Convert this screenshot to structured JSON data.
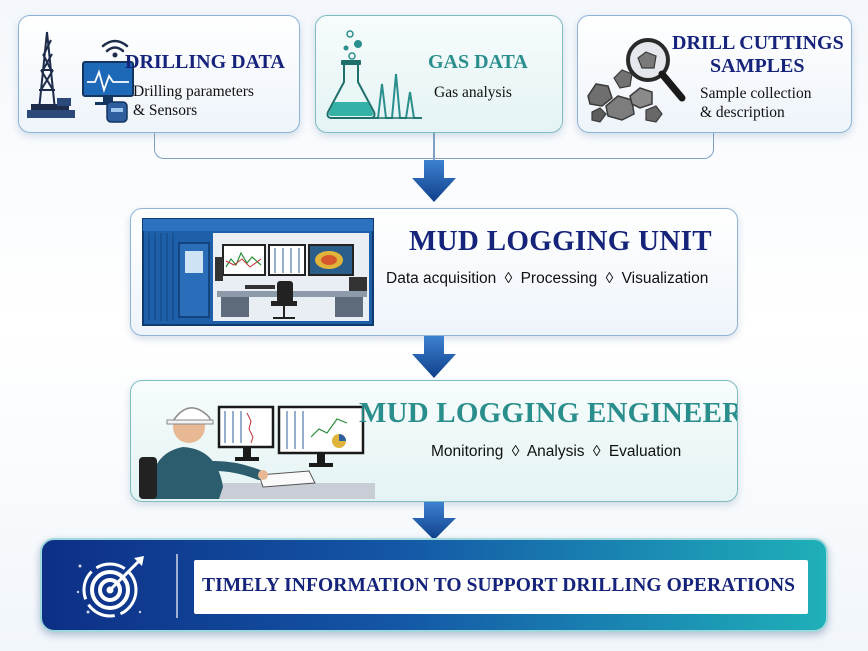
{
  "sources": [
    {
      "title": "DRILLING DATA",
      "subtitle": [
        "Drilling parameters",
        "& Sensors"
      ],
      "icon": "drilling-rig-sensor-icon"
    },
    {
      "title": "GAS DATA",
      "subtitle": [
        "Gas analysis"
      ],
      "icon": "flask-chromatogram-icon"
    },
    {
      "title_lines": [
        "DRILL CUTTINGS",
        "SAMPLES"
      ],
      "subtitle": [
        "Sample collection",
        "& description"
      ],
      "icon": "rock-magnifier-icon"
    }
  ],
  "unit": {
    "title": "MUD LOGGING UNIT",
    "functions": [
      "Data acquisition",
      "Processing",
      "Visualization"
    ],
    "separator": "◊",
    "icon": "logging-cabin-icon"
  },
  "engineer": {
    "title": "MUD LOGGING ENGINEER",
    "functions": [
      "Monitoring",
      "Analysis",
      "Evaluation"
    ],
    "separator": "◊",
    "icon": "engineer-workstation-icon"
  },
  "result": {
    "text": "TIMELY INFORMATION TO SUPPORT DRILLING OPERATIONS",
    "icon": "target-icon"
  },
  "colors": {
    "navy": "#15237a",
    "teal": "#2a8f8c",
    "arrow": "#1f5fae",
    "banner_start": "#0d2f86",
    "banner_end": "#1fb0b8"
  }
}
